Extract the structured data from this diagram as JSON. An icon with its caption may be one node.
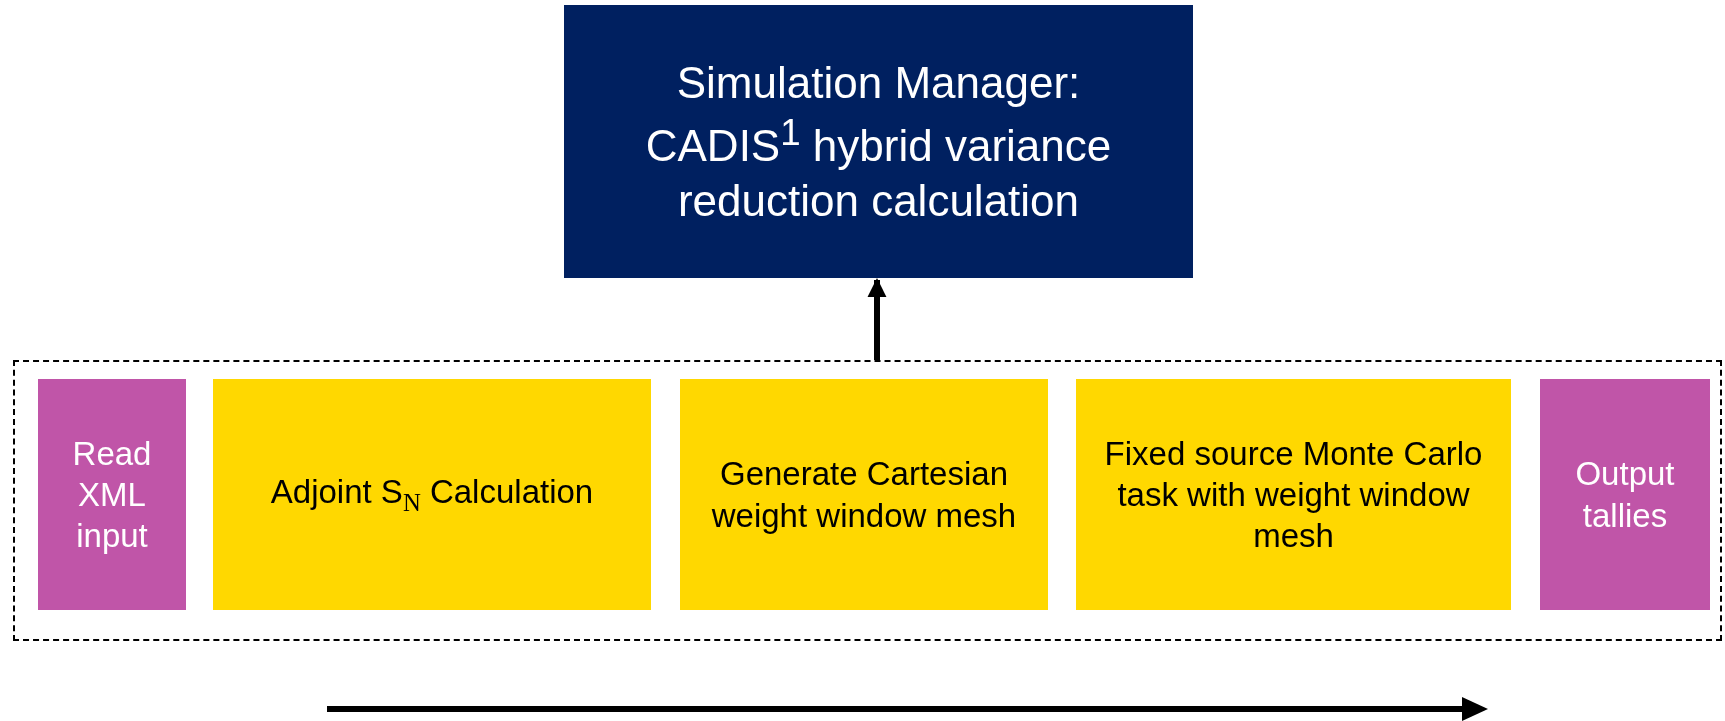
{
  "diagram": {
    "nodes": [
      {
        "text": [
          "Simulation Manager: CADIS$^{1}$ hybrid variance reduction calculation"
        ]
      },
      {
        "text": [],
        "shape": "box"
      },
      {
        "text": [
          "Read XML input"
        ],
        "in": 1
      },
      {
        "text": [
          "Adjoint S$_{N}$ Calculation"
        ],
        "in": 1
      },
      {
        "text": [
          "Generate Cartesian weight window mesh"
        ],
        "in": 1
      },
      {
        "text": [
          "Fixed source Monte Carlo task with weight window mesh"
        ],
        "in": 1
      },
      {
        "text": [
          "Output tallies"
        ],
        "in": 1
      }
    ],
    "edges": [
      {
        "from": 1,
        "to": 0,
        "arrow": "to"
      }
    ]
  }
}
